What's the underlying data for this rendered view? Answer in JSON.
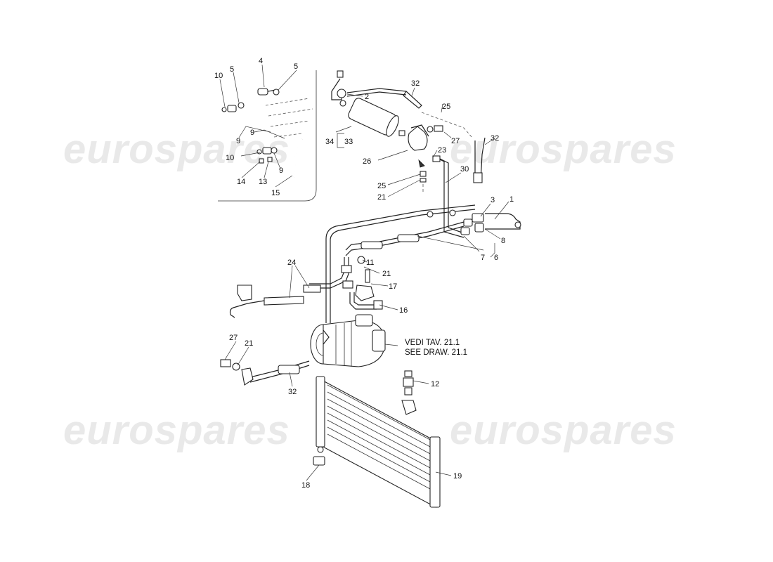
{
  "watermark": {
    "text": "eurospares"
  },
  "note": {
    "line1": "VEDI TAV. 21.1",
    "line2": "SEE DRAW. 21.1"
  },
  "callouts": {
    "c1": "1",
    "c2": "2",
    "c3": "3",
    "c4": "4",
    "c5a": "5",
    "c5b": "5",
    "c6": "6",
    "c7": "7",
    "c8": "8",
    "c9a": "9",
    "c9b": "9",
    "c9c": "9",
    "c10a": "10",
    "c10b": "10",
    "c11": "11",
    "c12": "12",
    "c13": "13",
    "c14": "14",
    "c15": "15",
    "c16": "16",
    "c17": "17",
    "c18": "18",
    "c19": "19",
    "c21a": "21",
    "c21b": "21",
    "c21c": "21",
    "c23": "23",
    "c24": "24",
    "c25a": "25",
    "c25b": "25",
    "c26": "26",
    "c27a": "27",
    "c27b": "27",
    "c30": "30",
    "c32a": "32",
    "c32b": "32",
    "c32c": "32",
    "c33": "33",
    "c34": "34"
  }
}
